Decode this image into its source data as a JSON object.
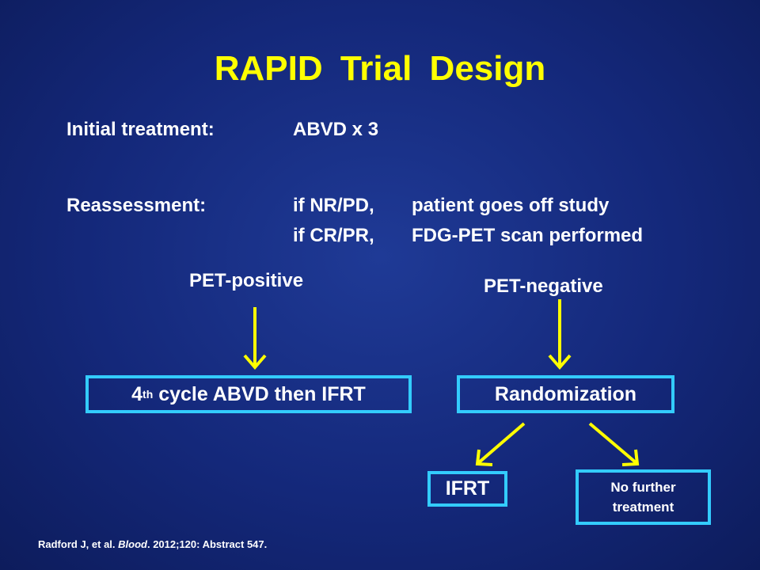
{
  "title": "RAPID  Trial Design",
  "initial": {
    "label": "Initial treatment:",
    "value": "ABVD x 3"
  },
  "reassessment": {
    "label": "Reassessment:",
    "rows": [
      {
        "condition": "if NR/PD,",
        "outcome": "patient goes off study"
      },
      {
        "condition": "if CR/PR,",
        "outcome": "FDG-PET scan performed"
      }
    ]
  },
  "branches": {
    "pet_positive": "PET-positive",
    "pet_negative": "PET-negative"
  },
  "boxes": {
    "positive_text": "4",
    "positive_sup": "th",
    "positive_rest": " cycle ABVD then IFRT",
    "randomization": "Randomization",
    "ifrt": "IFRT",
    "no_further_line1": "No further",
    "no_further_line2": "treatment"
  },
  "citation": {
    "authors": "Radford J, et al. ",
    "journal": "Blood",
    "rest": ". 2012;120: Abstract 547."
  },
  "colors": {
    "background": "#14287a",
    "title": "#ffff00",
    "arrow": "#ffff00",
    "box_border": "#33ccff",
    "text": "#ffffff"
  }
}
